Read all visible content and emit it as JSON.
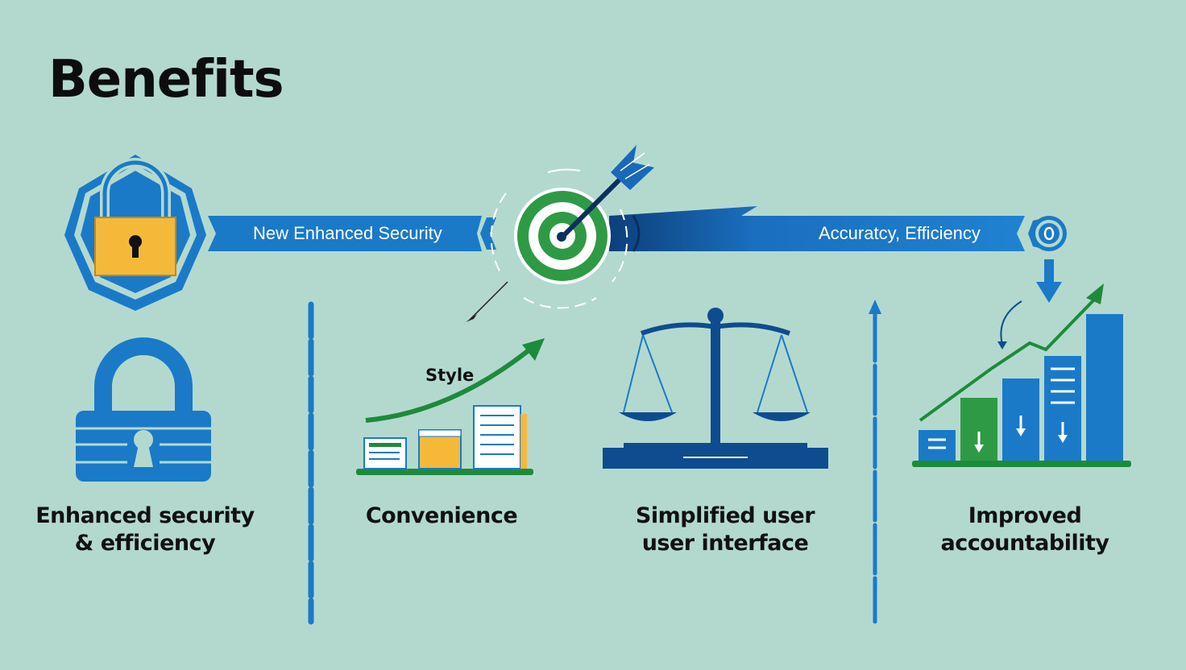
{
  "title": "Benefits",
  "banner": {
    "left_text": "New Enhanced Security",
    "right_text": "Accuratcy, Efficiency"
  },
  "chart_label": "Style",
  "benefits": [
    {
      "caption_line1": "Enhanced security",
      "caption_line2": "& efficiency",
      "icon": "padlock-icon"
    },
    {
      "caption_line1": "Convenience",
      "caption_line2": "",
      "icon": "documents-growth-icon"
    },
    {
      "caption_line1": "Simplified user",
      "caption_line2": "user interface",
      "icon": "scales-icon"
    },
    {
      "caption_line1": "Improved",
      "caption_line2": "accountability",
      "icon": "bar-chart-growth-icon"
    }
  ],
  "colors": {
    "background": "#b3d9cf",
    "primary_blue": "#1a7ac8",
    "dark_blue": "#0f4c8f",
    "green": "#1e8a3c",
    "yellow": "#f5b93a"
  }
}
